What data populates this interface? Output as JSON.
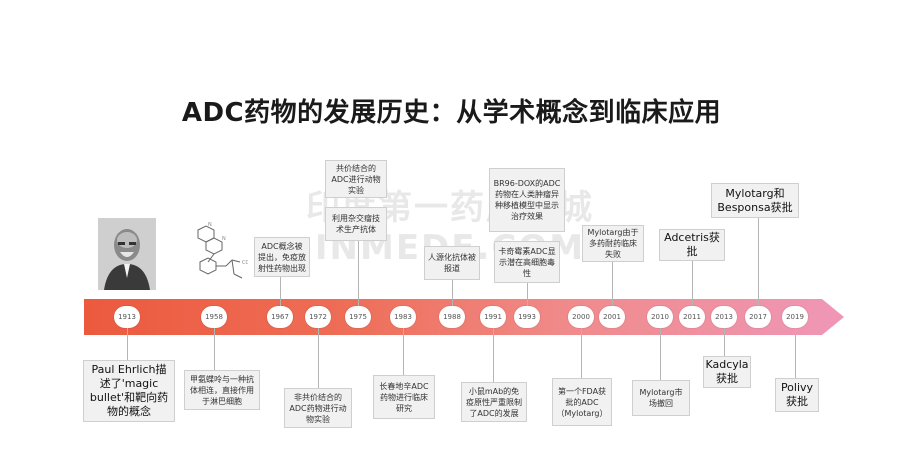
{
  "title": "ADC药物的发展历史：从学术概念到临床应用",
  "watermark": [
    "印度第一药房商城",
    "INMEDE.COM"
  ],
  "years": [
    "1913",
    "1958",
    "1967",
    "1972",
    "1975",
    "1983",
    "1988",
    "1991",
    "1993",
    "2000",
    "2001",
    "2010",
    "2011",
    "2013",
    "2017",
    "2019"
  ],
  "events_above": [
    {
      "id": "1967",
      "text": "ADC概念被提出，免疫放射性药物出现"
    },
    {
      "id": "1975a",
      "text": "共价结合的ADC进行动物实验"
    },
    {
      "id": "1975b",
      "text": "利用杂交瘤技术生产抗体"
    },
    {
      "id": "1988",
      "text": "人源化抗体被报道"
    },
    {
      "id": "1993a",
      "text": "BR96-DOX的ADC药物在人类肿瘤异种移植模型中显示治疗效果"
    },
    {
      "id": "1993b",
      "text": "卡奇霉素ADC显示潜在高细胞毒性"
    },
    {
      "id": "2001",
      "text": "Mylotarg由于多药耐药临床失败"
    },
    {
      "id": "2011",
      "text": "Adcetris获批"
    },
    {
      "id": "2017",
      "text": "Mylotarg和Besponsa获批"
    }
  ],
  "events_below": [
    {
      "id": "1913",
      "text": "Paul Ehrlich描述了'magic bullet'和靶向药物的概念"
    },
    {
      "id": "1958",
      "text": "甲氨蝶呤与一种抗体相连，直接作用于淋巴细胞"
    },
    {
      "id": "1972",
      "text": "非共价结合的ADC药物进行动物实验"
    },
    {
      "id": "1983",
      "text": "长春地辛ADC药物进行临床研究"
    },
    {
      "id": "1991",
      "text": "小鼠mAb的免疫原性严重限制了ADC的发展"
    },
    {
      "id": "2000",
      "text": "第一个FDA获批的ADC（Mylotarg）"
    },
    {
      "id": "2010",
      "text": "Mylotarg市场撤回"
    },
    {
      "id": "2013",
      "text": "Kadcyla获批"
    },
    {
      "id": "2019",
      "text": "Polivy获批"
    }
  ]
}
